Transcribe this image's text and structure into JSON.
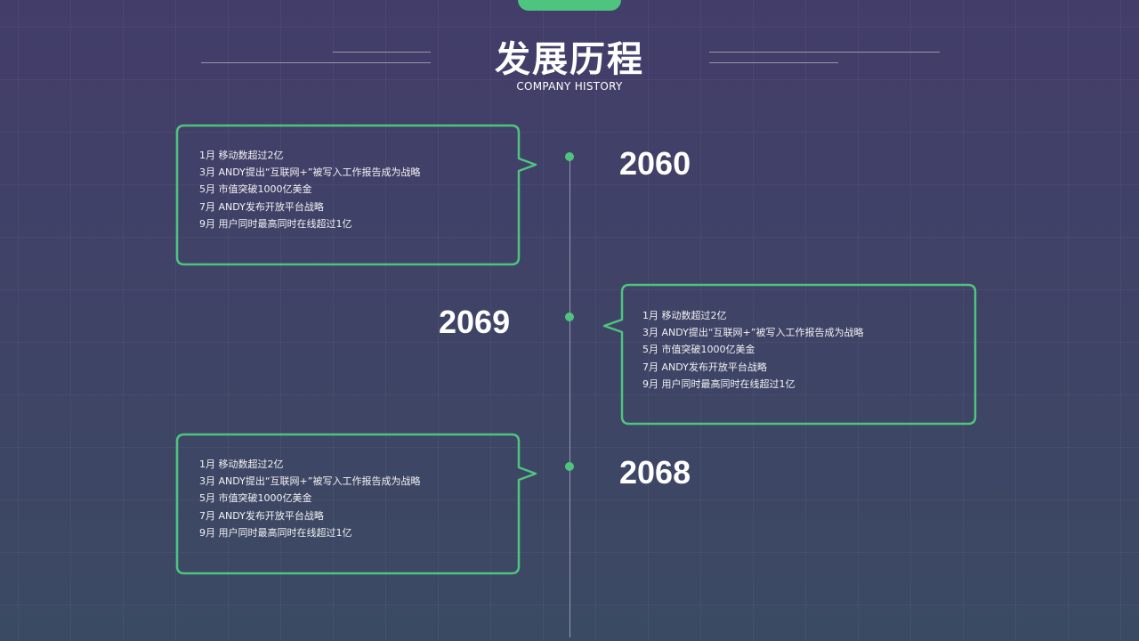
{
  "header": {
    "title": "发展历程",
    "subtitle": "COMPANY HISTORY"
  },
  "colors": {
    "accent": "#4ec47f",
    "background_top": "#433d6a",
    "background_bottom": "#3b4a63"
  },
  "timeline": [
    {
      "year": "2060",
      "side": "left",
      "lines": [
        "1月  移动数超过2亿",
        "3月  ANDY提出“互联网+”被写入工作报告成为战略",
        "5月  市值突破1000亿美金",
        "7月  ANDY发布开放平台战略",
        "9月  用户同时最高同时在线超过1亿"
      ]
    },
    {
      "year": "2069",
      "side": "right",
      "lines": [
        "1月  移动数超过2亿",
        "3月  ANDY提出“互联网+”被写入工作报告成为战略",
        "5月  市值突破1000亿美金",
        "7月  ANDY发布开放平台战略",
        "9月  用户同时最高同时在线超过1亿"
      ]
    },
    {
      "year": "2068",
      "side": "left",
      "lines": [
        "1月  移动数超过2亿",
        "3月  ANDY提出“互联网+”被写入工作报告成为战略",
        "5月  市值突破1000亿美金",
        "7月  ANDY发布开放平台战略",
        "9月  用户同时最高同时在线超过1亿"
      ]
    }
  ]
}
